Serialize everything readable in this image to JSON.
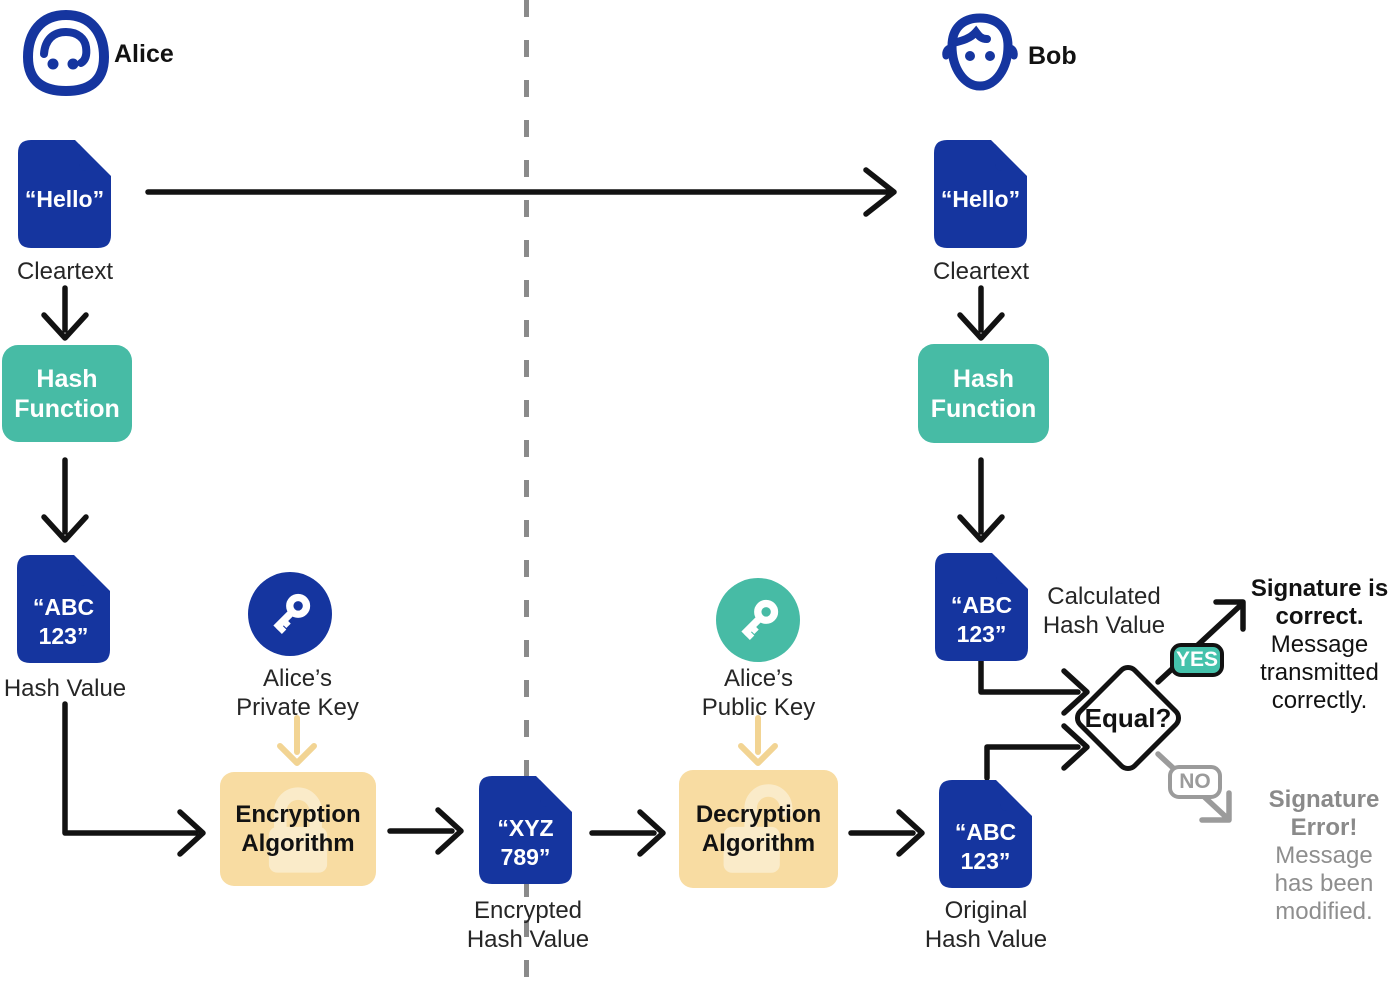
{
  "colors": {
    "navy": "#15359F",
    "teal": "#47BBA5",
    "yes_badge_teal": "#45C2AB",
    "algo_yellow": "#F8DCA2",
    "watermark_yellow": "#FAEBC9",
    "key_arrow_yellow": "#F2D493",
    "arrow_black": "#121212",
    "no_path_gray": "#9B9B9B",
    "muted_text_gray": "#8E8E8E",
    "divider_gray": "#8A8A8A"
  },
  "actors": {
    "alice": {
      "name": "Alice"
    },
    "bob": {
      "name": "Bob"
    }
  },
  "alice_flow": {
    "cleartext_doc": {
      "text": "“Hello”",
      "label": "Cleartext"
    },
    "hash_function": {
      "label": "Hash\nFunction"
    },
    "hash_doc": {
      "text": "“ABC\n123”",
      "label": "Hash Value"
    },
    "private_key": {
      "label": "Alice’s\nPrivate Key"
    },
    "encryption_box": {
      "label": "Encryption\nAlgorithm"
    },
    "encrypted_doc": {
      "text": "“XYZ\n789”",
      "label": "Encrypted\nHash Value"
    }
  },
  "bob_flow": {
    "cleartext_doc": {
      "text": "“Hello”",
      "label": "Cleartext"
    },
    "hash_function": {
      "label": "Hash\nFunction"
    },
    "calculated_doc": {
      "text": "“ABC\n123”",
      "label": "Calculated\nHash Value"
    },
    "public_key": {
      "label": "Alice’s\nPublic Key"
    },
    "decryption_box": {
      "label": "Decryption\nAlgorithm"
    },
    "original_doc": {
      "text": "“ABC\n123”",
      "label": "Original\nHash Value"
    },
    "decision": {
      "label": "Equal?",
      "yes_label": "YES",
      "no_label": "NO"
    },
    "yes_outcome": {
      "headline": "Signature is\ncorrect.",
      "body": "Message\ntransmitted\ncorrectly."
    },
    "no_outcome": {
      "headline": "Signature\nError!",
      "body": "Message\nhas been\nmodified."
    }
  }
}
